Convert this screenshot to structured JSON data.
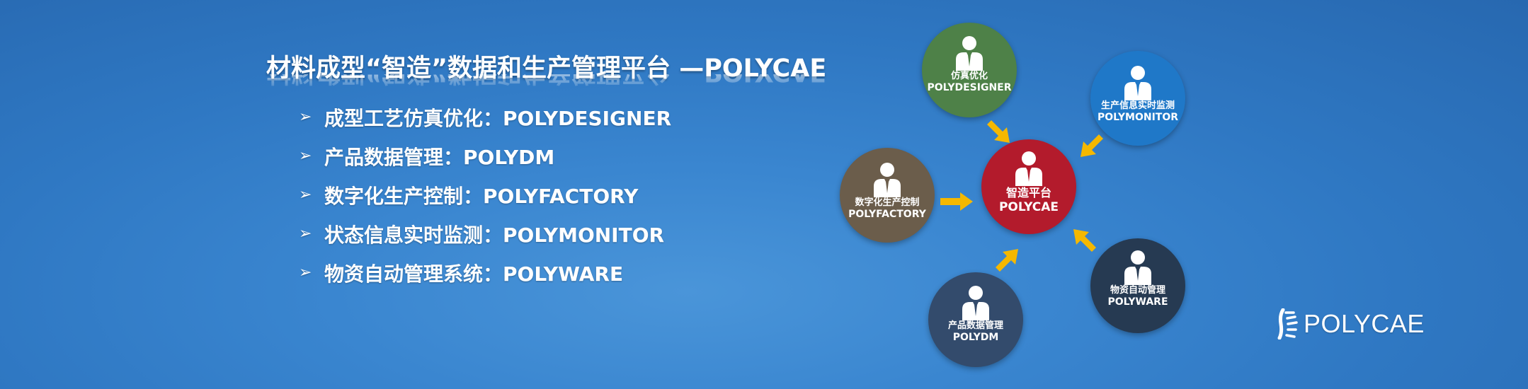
{
  "header": {
    "title": "材料成型“智造”数据和生产管理平台 —POLYCAE"
  },
  "bullets": [
    "成型工艺仿真优化：POLYDESIGNER",
    "产品数据管理：POLYDM",
    "数字化生产控制：POLYFACTORY",
    "状态信息实时监测：POLYMONITOR",
    "物资自动管理系统：POLYWARE"
  ],
  "diagram": {
    "center": {
      "zh": "智造平台",
      "en": "POLYCAE",
      "color": "#b31b2c"
    },
    "nodes": [
      {
        "zh": "仿真优化",
        "en": "POLYDESIGNER",
        "color": "#4e8148"
      },
      {
        "zh": "生产信息实时监测",
        "en": "POLYMONITOR",
        "color": "#1f78c8"
      },
      {
        "zh": "数字化生产控制",
        "en": "POLYFACTORY",
        "color": "#6b5d4b"
      },
      {
        "zh": "物资自动管理",
        "en": "POLYWARE",
        "color": "#263a52"
      },
      {
        "zh": "产品数据管理",
        "en": "POLYDM",
        "color": "#334b6c"
      }
    ],
    "arrow_color": "#f5b800",
    "person_icon": "person-in-suit-icon"
  },
  "logo": {
    "text": "POLYCAE",
    "icon": "polycae-logo-icon"
  }
}
